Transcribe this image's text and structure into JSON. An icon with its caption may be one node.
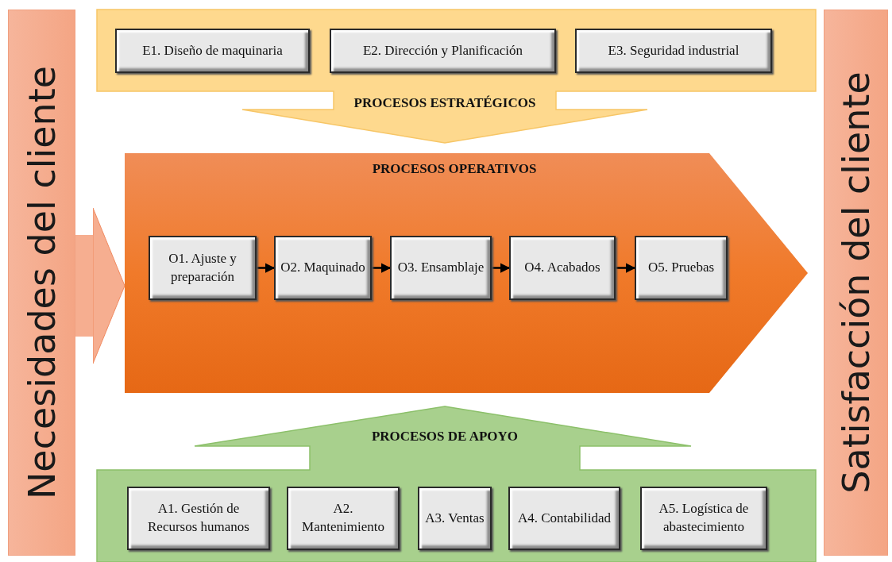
{
  "diagram": {
    "nodes": [
      {
        "text": [
          "Necesidades del cliente"
        ]
      },
      {
        "text": [
          "PROCESOS ESTRATÉGICOS"
        ]
      },
      {
        "text": [
          "E1. Diseño de maquinaria"
        ],
        "in": 1
      },
      {
        "text": [
          "E2. Dirección y Planificación"
        ],
        "in": 1
      },
      {
        "text": [
          "E3. Seguridad industrial"
        ],
        "in": 1
      },
      {
        "text": [
          "PROCESOS OPERATIVOS"
        ]
      },
      {
        "text": [
          "O1. Ajuste y preparación"
        ],
        "in": 5
      },
      {
        "text": [
          "O2. Maquinado"
        ],
        "in": 5
      },
      {
        "text": [
          "O3. Ensamblaje"
        ],
        "in": 5
      },
      {
        "text": [
          "O4. Acabados"
        ],
        "in": 5
      },
      {
        "text": [
          "O5. Pruebas"
        ],
        "in": 5
      },
      {
        "text": [
          "PROCESOS DE APOYO"
        ]
      },
      {
        "text": [
          "A1. Gestión de Recursos humanos"
        ],
        "in": 11
      },
      {
        "text": [
          "A2. Mantenimiento"
        ],
        "in": 11
      },
      {
        "text": [
          "A3. Ventas"
        ],
        "in": 11
      },
      {
        "text": [
          "A4. Contabilidad"
        ],
        "in": 11
      },
      {
        "text": [
          "A5. Logística de abastecimiento"
        ],
        "in": 11
      },
      {
        "text": [
          "Satisfacción del cliente"
        ]
      }
    ],
    "edges": [
      {
        "from": 0,
        "to": 5,
        "arrow": "to",
        "style": "thick",
        "color": "#f6ae90"
      },
      {
        "from": 6,
        "to": 7,
        "arrow": "to"
      },
      {
        "from": 7,
        "to": 8,
        "arrow": "to"
      },
      {
        "from": 8,
        "to": 9,
        "arrow": "to"
      },
      {
        "from": 9,
        "to": 10,
        "arrow": "to"
      }
    ]
  }
}
